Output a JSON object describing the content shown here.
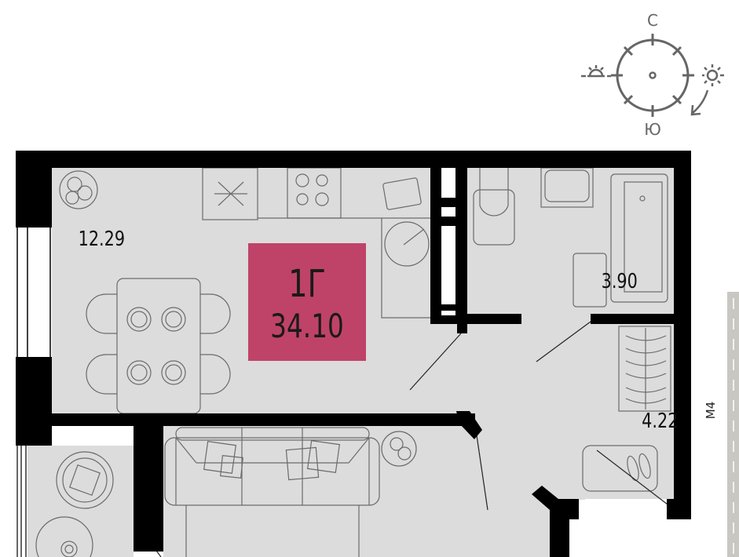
{
  "apartment": {
    "type_label": "1Г",
    "total_area": "34.10",
    "badge_color": "#bf4368"
  },
  "rooms": [
    {
      "name": "kitchen-living",
      "area": "12.29"
    },
    {
      "name": "bathroom",
      "area": "3.90"
    },
    {
      "name": "hallway",
      "area": "4.22"
    }
  ],
  "compass": {
    "north": "С",
    "south": "Ю",
    "icons": [
      "sunrise-icon",
      "sun-icon",
      "arrow-icon"
    ]
  },
  "street_label": "M4",
  "colors": {
    "wall": "#000000",
    "floor": "#dcdcdc",
    "road": "#c9c7c1"
  }
}
